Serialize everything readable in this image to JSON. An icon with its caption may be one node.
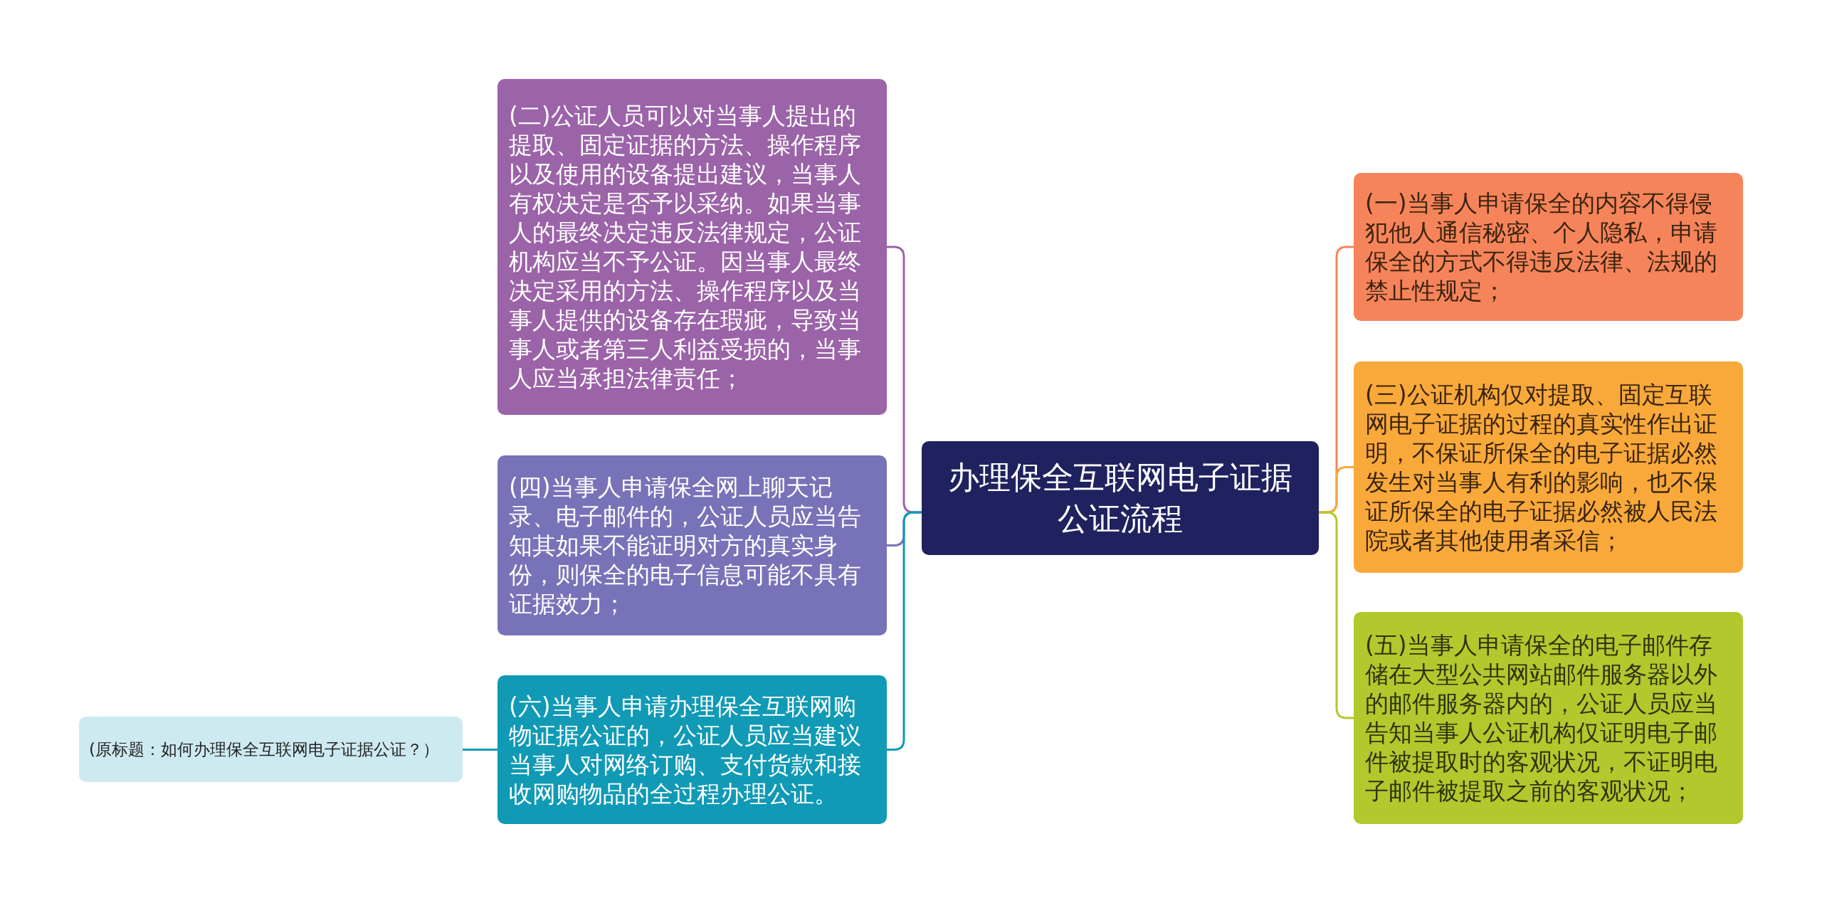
{
  "diagram": {
    "nodes": [
      {
        "text": [
          "办理保全互联网电子证据公证流程"
        ]
      },
      {
        "text": [
          "(二)公证人员可以对当事人提出的提取、固定证据的方法、操作程序以及使用的设备提出建议，当事人有权决定是否予以采纳。如果当事人的最终决定违反法律规定，公证机构应当不予公证。因当事人最终决定采用的方法、操作程序以及当事人提供的设备存在瑕疵，导致当事人或者第三人利益受损的，当事人应当承担法律责任；"
        ]
      },
      {
        "text": [
          "(四)当事人申请保全网上聊天记录、电子邮件的，公证人员应当告知其如果不能证明对方的真实身份，则保全的电子信息可能不具有证据效力；"
        ]
      },
      {
        "text": [
          "(六)当事人申请办理保全互联网购物证据公证的，公证人员应当建议当事人对网络订购、支付货款和接收网购物品的全过程办理公证。"
        ]
      },
      {
        "text": [
          "(原标题：如何办理保全互联网电子证据公证？）"
        ]
      },
      {
        "text": [
          "(一)当事人申请保全的内容不得侵犯他人通信秘密、个人隐私，申请保全的方式不得违反法律、法规的禁止性规定；"
        ]
      },
      {
        "text": [
          "(三)公证机构仅对提取、固定互联网电子证据的过程的真实性作出证明，不保证所保全的电子证据必然发生对当事人有利的影响，也不保证所保全的电子证据必然被人民法院或者其他使用者采信；"
        ]
      },
      {
        "text": [
          "(五)当事人申请保全的电子邮件存储在大型公共网站邮件服务器以外的邮件服务器内的，公证人员应当告知当事人公证机构仅证明电子邮件被提取时的客观状况，不证明电子邮件被提取之前的客观状况；"
        ]
      }
    ],
    "edges": [
      {
        "from": 0,
        "to": 1,
        "arrow": "none",
        "color": "#9b63a8"
      },
      {
        "from": 0,
        "to": 2,
        "arrow": "none",
        "color": "#7873b8"
      },
      {
        "from": 0,
        "to": 3,
        "arrow": "none",
        "color": "#109ab5"
      },
      {
        "from": 3,
        "to": 4,
        "arrow": "none",
        "color": "#109ab5"
      },
      {
        "from": 0,
        "to": 5,
        "arrow": "none",
        "color": "#f6845a"
      },
      {
        "from": 0,
        "to": 6,
        "arrow": "none",
        "color": "#f8a93a"
      },
      {
        "from": 0,
        "to": 7,
        "arrow": "none",
        "color": "#b2c82c"
      }
    ]
  }
}
